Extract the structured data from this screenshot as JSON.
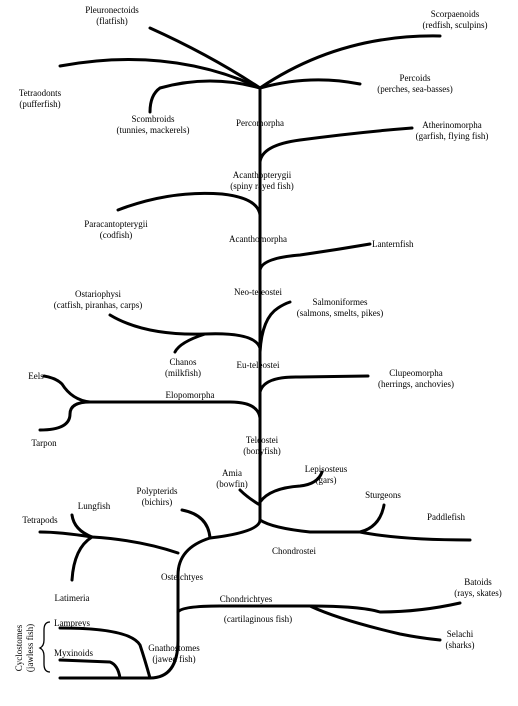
{
  "labels": {
    "pleuronectoids": "Pleuronectoids",
    "pleuronectoids_sub": "(flatfish)",
    "scorpaenoids": "Scorpaenoids",
    "scorpaenoids_sub": "(redfish, sculpins)",
    "tetraodonts": "Tetraodonts",
    "tetraodonts_sub": "(pufferfish)",
    "percoids": "Percoids",
    "percoids_sub": "(perches, sea-basses)",
    "scombroids": "Scombroids",
    "scombroids_sub": "(tunnies, mackerels)",
    "percomorpha": "Percomorpha",
    "atherinomorpha": "Atherinomorpha",
    "atherinomorpha_sub": "(garfish, flying fish)",
    "acanthopterygii": "Acanthopterygii",
    "acanthopterygii_sub": "(spiny rayed fish)",
    "paracantopterygii": "Paracantopterygii",
    "paracantopterygii_sub": "(codfish)",
    "acanthomorpha": "Acanthomorpha",
    "lanternfish": "Lanternfish",
    "neo_teleostei": "Neo-teleostei",
    "ostariophysi": "Ostariophysi",
    "ostariophysi_sub": "(catfish, piranhas, carps)",
    "salmoniformes": "Salmoniformes",
    "salmoniformes_sub": "(salmons, smelts, pikes)",
    "chanos": "Chanos",
    "chanos_sub": "(milkfish)",
    "eu_teleostei": "Eu-teleostei",
    "eels": "Eels",
    "clupeomorpha": "Clupeomorpha",
    "clupeomorpha_sub": "(herrings, anchovies)",
    "elopomorpha": "Elopomorpha",
    "tarpon": "Tarpon",
    "teleostei": "Teleostei",
    "teleostei_sub": "(bonyfish)",
    "amia": "Amia",
    "amia_sub": "(bowfin)",
    "lepisosteus": "Lepisosteus",
    "lepisosteus_sub": "(gars)",
    "polypterids": "Polypterids",
    "polypterids_sub": "(bichirs)",
    "lungfish": "Lungfish",
    "sturgeons": "Sturgeons",
    "tetrapods": "Tetrapods",
    "paddlefish": "Paddlefish",
    "chondrostei": "Chondrostei",
    "osteichtyes": "Osteichtyes",
    "latimeria": "Latimeria",
    "batoids": "Batoids",
    "batoids_sub": "(rays, skates)",
    "chondrichtyes": "Chondrichtyes",
    "chondrichtyes_sub": "(cartilaginous fish)",
    "lampreys": "Lampreys",
    "cyclostomes": "Cyclostomes",
    "cyclostomes_sub": "(jawless fish)",
    "myxinoids": "Myxinoids",
    "selachi": "Selachi",
    "selachi_sub": "(sharks)",
    "gnathostomes": "Gnathostomes",
    "gnathostomes_sub": "(jawed fish)"
  }
}
